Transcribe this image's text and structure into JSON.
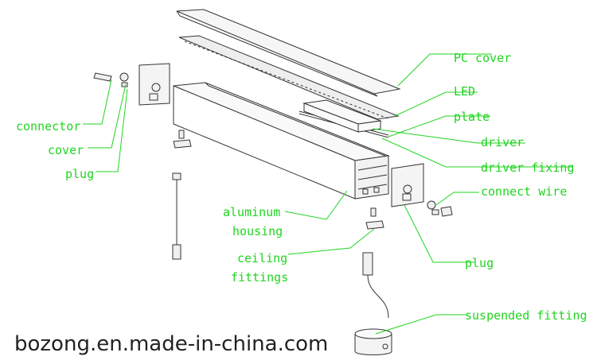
{
  "colors": {
    "label": "#1fd51f",
    "leader": "#1fd51f",
    "line": "#333333",
    "watermark": "#222222"
  },
  "labels": {
    "pc_cover": "PC cover",
    "led": "LED",
    "plate": "plate",
    "driver": "driver",
    "driver_fixing": "driver fixing",
    "connect_wire": "connect wire",
    "connector": "connector",
    "cover": "cover",
    "plug_left": "plug",
    "aluminum_housing_1": "aluminum",
    "aluminum_housing_2": "housing",
    "ceiling_fittings_1": "ceiling",
    "ceiling_fittings_2": "fittings",
    "plug_right": "plug",
    "suspended_fitting": "suspended fitting"
  },
  "watermark": "bozong.en.made-in-china.com"
}
